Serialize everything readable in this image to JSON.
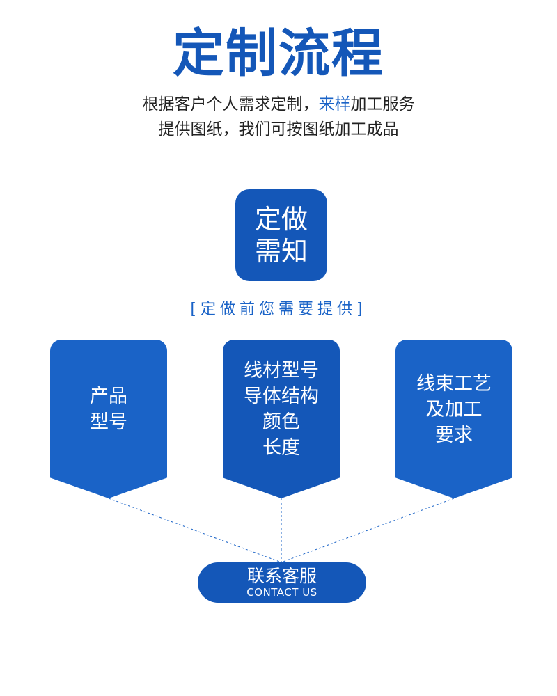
{
  "header": {
    "title": "定制流程",
    "subtitle_line1_a": "根据客户个人需求定制，",
    "subtitle_line1_hl": "来样",
    "subtitle_line1_b": "加工服务",
    "subtitle_line2": "提供图纸，我们可按图纸加工成品"
  },
  "badge": {
    "line1": "定做",
    "line2": "需知"
  },
  "hint": "[定做前您需要提供]",
  "cards": [
    {
      "lines": [
        "产品",
        "型号"
      ]
    },
    {
      "lines": [
        "线材型号",
        "导体结构",
        "颜色",
        "长度"
      ]
    },
    {
      "lines": [
        "线束工艺",
        "及加工",
        "要求"
      ]
    }
  ],
  "contact": {
    "cn": "联系客服",
    "en": "CONTACT US"
  },
  "colors": {
    "primary": "#1457b8",
    "secondary": "#1a63c7"
  }
}
